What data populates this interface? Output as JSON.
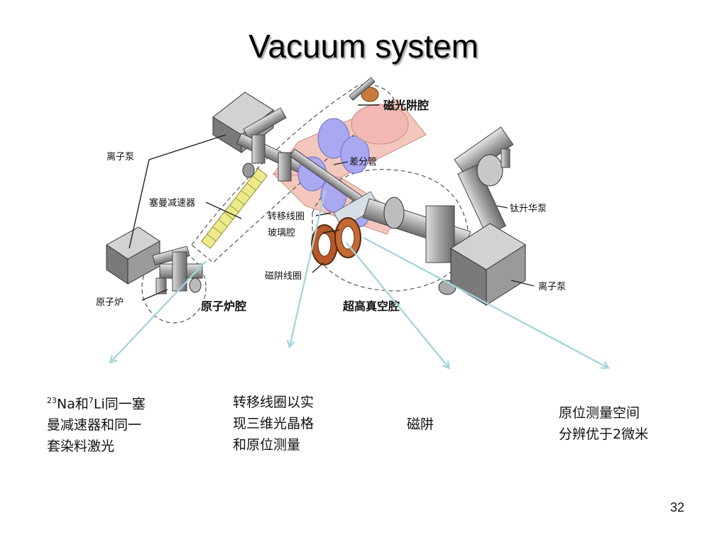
{
  "slide": {
    "title": "Vacuum system",
    "page_number": "32"
  },
  "diagram_labels": {
    "ion_pump_left": "离子泵",
    "zeeman_slower": "塞曼减速器",
    "oven": "原子炉",
    "oven_chamber": "原子炉腔",
    "mot_chamber": "磁光阱腔",
    "diff_tube": "差分管",
    "transfer_coil": "转移线圈",
    "glass_cell": "玻璃腔",
    "trap_coil": "磁阱线圈",
    "uhv_chamber": "超高真空腔",
    "ti_pump": "钛升华泵",
    "ion_pump_right": "离子泵"
  },
  "captions": {
    "c1": {
      "sup1": "23",
      "na": "Na和",
      "sup2": "7",
      "l1_rest": "Li同一塞",
      "l2": "曼减速器和同一",
      "l3": "套染料激光"
    },
    "c2": {
      "l1": "转移线圈以实",
      "l2": "现三维光晶格",
      "l3": "和原位测量"
    },
    "c3": {
      "l1": "磁阱"
    },
    "c4": {
      "l1": "原位测量空间",
      "l2": "分辨优于2微米"
    }
  },
  "colors": {
    "arrow": "#a8d4dc",
    "pink_table": "#f3c7bd",
    "blue_coil": "#a9a8f0",
    "copper": "#b8582a",
    "yellow_slower": "#eeea8a"
  }
}
